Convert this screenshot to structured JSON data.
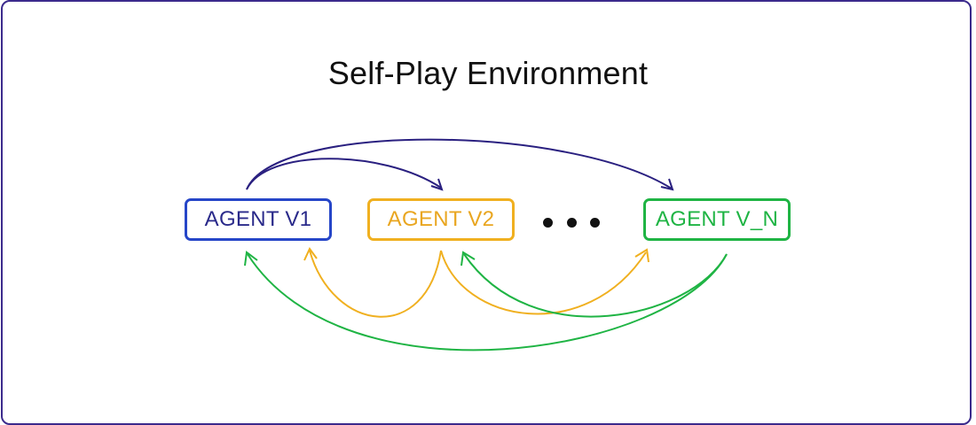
{
  "diagram": {
    "title": "Self-Play Environment",
    "agents": [
      {
        "label": "AGENT V1",
        "color": "#2646c8",
        "text_color": "#2a2a8a"
      },
      {
        "label": "AGENT V2",
        "color": "#f0b020",
        "text_color": "#e9a620"
      },
      {
        "label": "AGENT V_N",
        "color": "#1fb444",
        "text_color": "#1fb444"
      }
    ],
    "ellipsis": "...",
    "arrow_colors": {
      "dark": "#2a2080",
      "orange": "#f0b020",
      "green": "#1fb444"
    },
    "connections": [
      {
        "from": "AGENT V1",
        "to": "AGENT V2",
        "color": "dark"
      },
      {
        "from": "AGENT V1",
        "to": "AGENT V_N",
        "color": "dark"
      },
      {
        "from": "AGENT V2",
        "to": "AGENT V1",
        "color": "orange"
      },
      {
        "from": "AGENT V2",
        "to": "AGENT V_N",
        "color": "orange"
      },
      {
        "from": "AGENT V_N",
        "to": "AGENT V1",
        "color": "green"
      },
      {
        "from": "AGENT V_N",
        "to": "AGENT V2",
        "color": "green"
      }
    ]
  }
}
